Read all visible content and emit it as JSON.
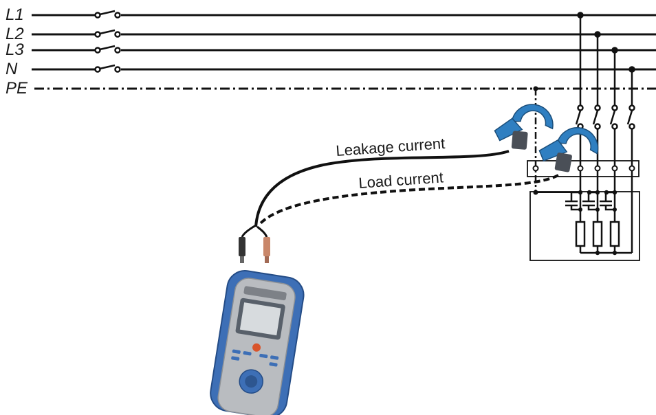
{
  "lines": [
    {
      "id": "l1",
      "label": "L1"
    },
    {
      "id": "l2",
      "label": "L2"
    },
    {
      "id": "l3",
      "label": "L3"
    },
    {
      "id": "n",
      "label": "N"
    },
    {
      "id": "pe",
      "label": "PE"
    }
  ],
  "labels": {
    "leakage": "Leakage current",
    "load": "Load current"
  },
  "colors": {
    "wire": "#111111",
    "clamp_blue": "#2f7fc1",
    "clamp_dark": "#4a4f57",
    "instrument_blue": "#3d6fb6",
    "instrument_grey": "#b9bcc0",
    "red_probe": "#c9876a",
    "red_key": "#d9542b"
  }
}
